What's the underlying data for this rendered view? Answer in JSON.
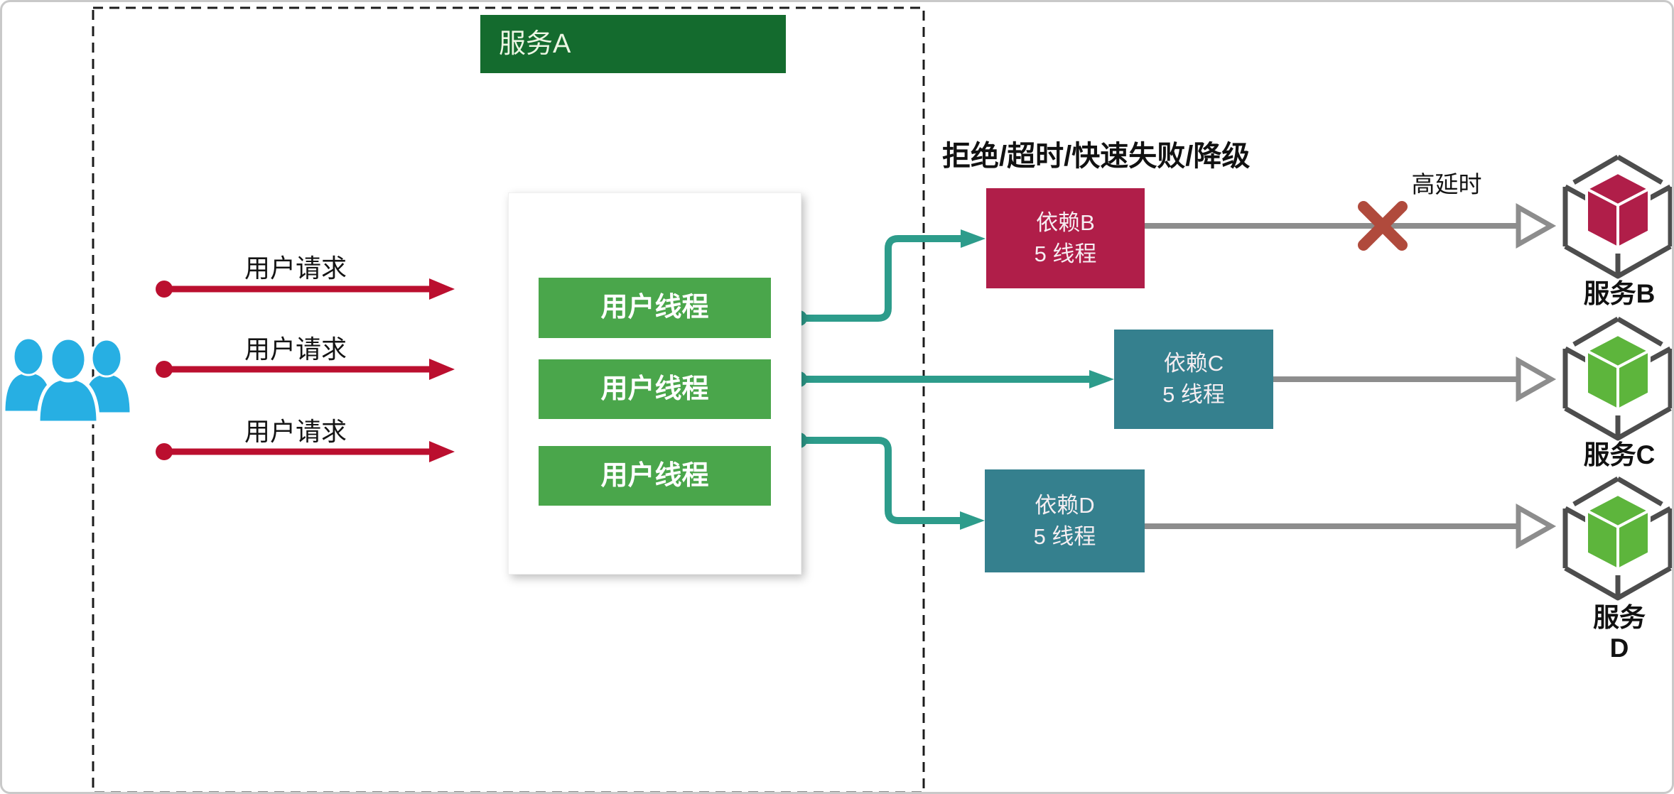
{
  "diagram": {
    "title_box": {
      "label": "服务A"
    },
    "request_labels": [
      "用户请求",
      "用户请求",
      "用户请求"
    ],
    "thread_boxes": [
      "用户线程",
      "用户线程",
      "用户线程"
    ],
    "failure_modes_label": "拒绝/超时/快速失败/降级",
    "dependencies": [
      {
        "name": "依赖B",
        "threads": "5 线程"
      },
      {
        "name": "依赖C",
        "threads": "5 线程"
      },
      {
        "name": "依赖D",
        "threads": "5 线程"
      }
    ],
    "high_latency_label": "高延时",
    "services": [
      {
        "label": "服务B"
      },
      {
        "label": "服务C"
      },
      {
        "label_line1": "服务",
        "label_line2": "D"
      }
    ],
    "colors": {
      "service_a_green": "#146b2e",
      "thread_green": "#4aa64b",
      "request_red": "#bb0f2f",
      "dependency_b_crimson": "#b01e49",
      "dependency_teal": "#35808e",
      "connector_teal": "#2d9c8b",
      "outbound_gray": "#8d8d8d",
      "error_cross_red": "#b04a3c",
      "users_blue": "#27afe3",
      "cube_green": "#5db53c",
      "cube_frame_gray": "#4d4d4d"
    }
  }
}
